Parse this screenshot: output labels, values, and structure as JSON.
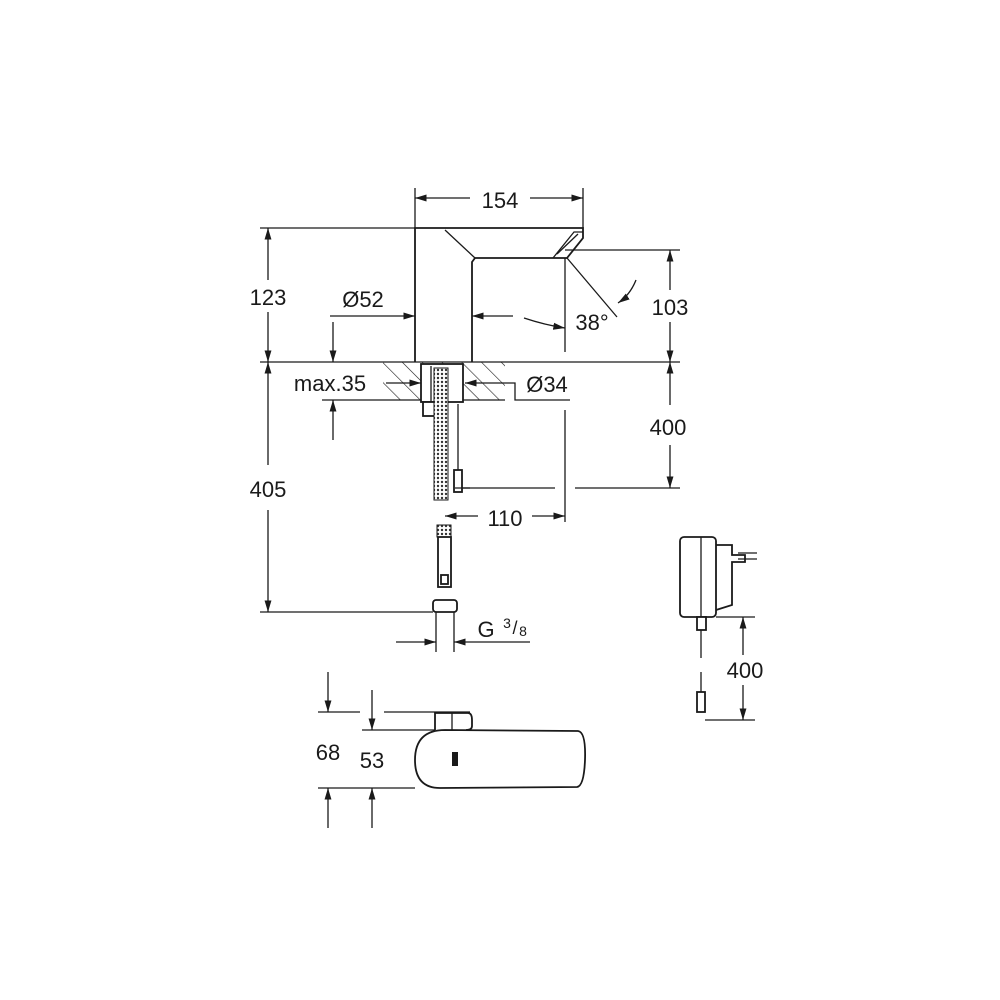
{
  "dimensions": {
    "width_154": "154",
    "height_123": "123",
    "height_103": "103",
    "diameter_52": "Ø52",
    "angle_38": "38°",
    "max_35": "max.35",
    "diameter_34": "Ø34",
    "hose_400": "400",
    "offset_110": "110",
    "height_405": "405",
    "thread": "G",
    "thread_fraction_num": "3",
    "thread_fraction_den": "8",
    "cable_400": "400",
    "depth_68": "68",
    "depth_53": "53"
  }
}
